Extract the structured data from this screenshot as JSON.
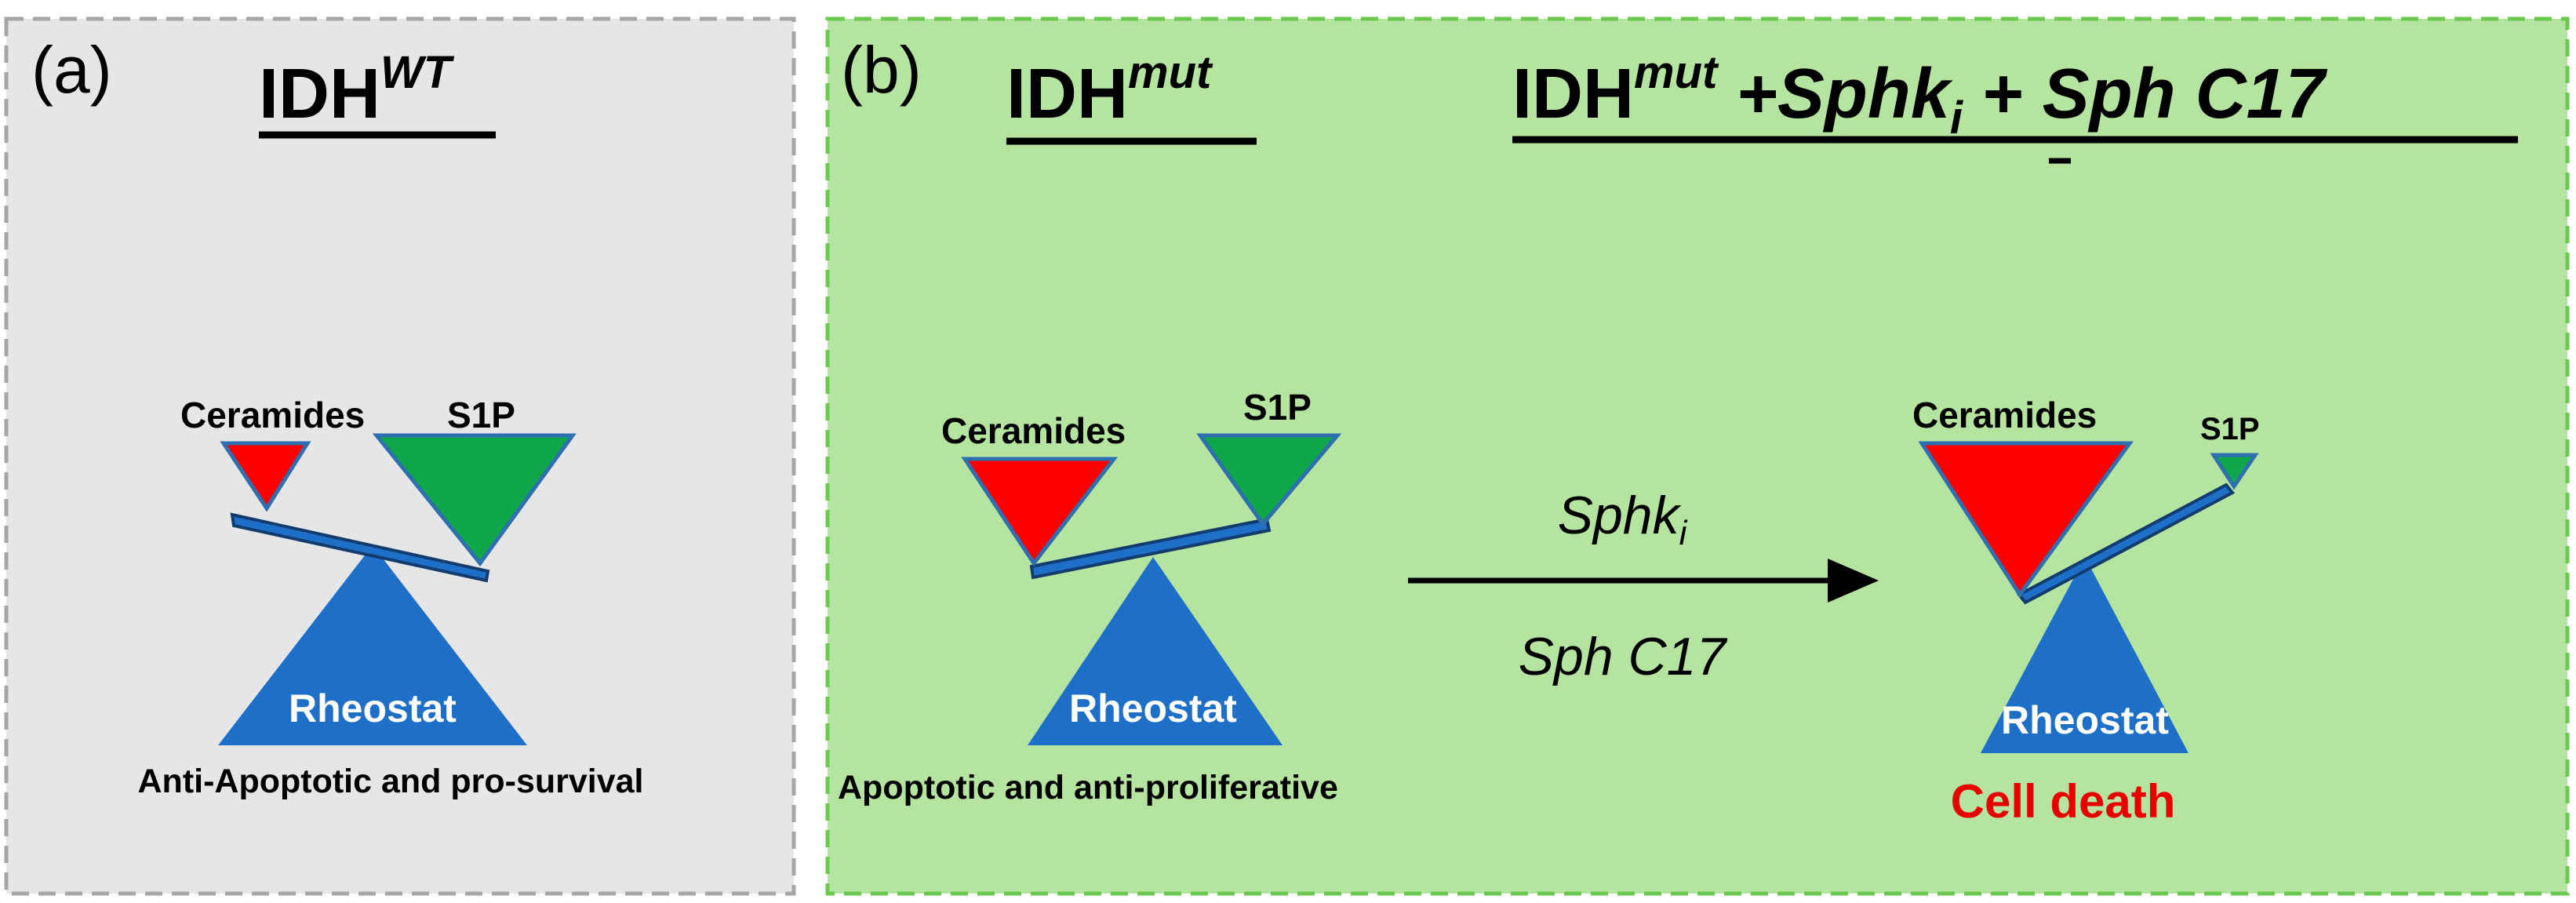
{
  "panel_a": {
    "letter": "(a)",
    "title_main": "IDH",
    "title_sup": "WT",
    "left_label": "Ceramides",
    "right_label": "S1P",
    "base_label": "Rheostat",
    "caption": "Anti-Apoptotic and pro-survival"
  },
  "panel_b": {
    "letter": "(b)",
    "title_main": "IDH",
    "title_sup": "mut",
    "left_label": "Ceramides",
    "right_label": "S1P",
    "base_label": "Rheostat",
    "caption": "Apoptotic and anti-proliferative"
  },
  "treatment": {
    "title_main": "IDH",
    "title_sup": "mut",
    "title_part2": "+Sphk",
    "title_sub": "i",
    "title_part3": "+ Sph C17",
    "left_label": "Ceramides",
    "right_label": "S1P",
    "base_label": "Rheostat",
    "outcome": "Cell death"
  },
  "arrow": {
    "top_label": "Sphk",
    "top_sub": "i",
    "bottom_label": "Sph C17"
  },
  "colors": {
    "panel_a_bg": "#e6e6e6",
    "panel_a_border": "#a6a6a6",
    "panel_b_bg": "#b5e4a0",
    "panel_b_border": "#6cc950",
    "rheostat_blue": "#1e6fc8",
    "ceramides_red": "#ff0000",
    "s1p_green": "#10a64a",
    "cell_death_red": "#e60000"
  }
}
